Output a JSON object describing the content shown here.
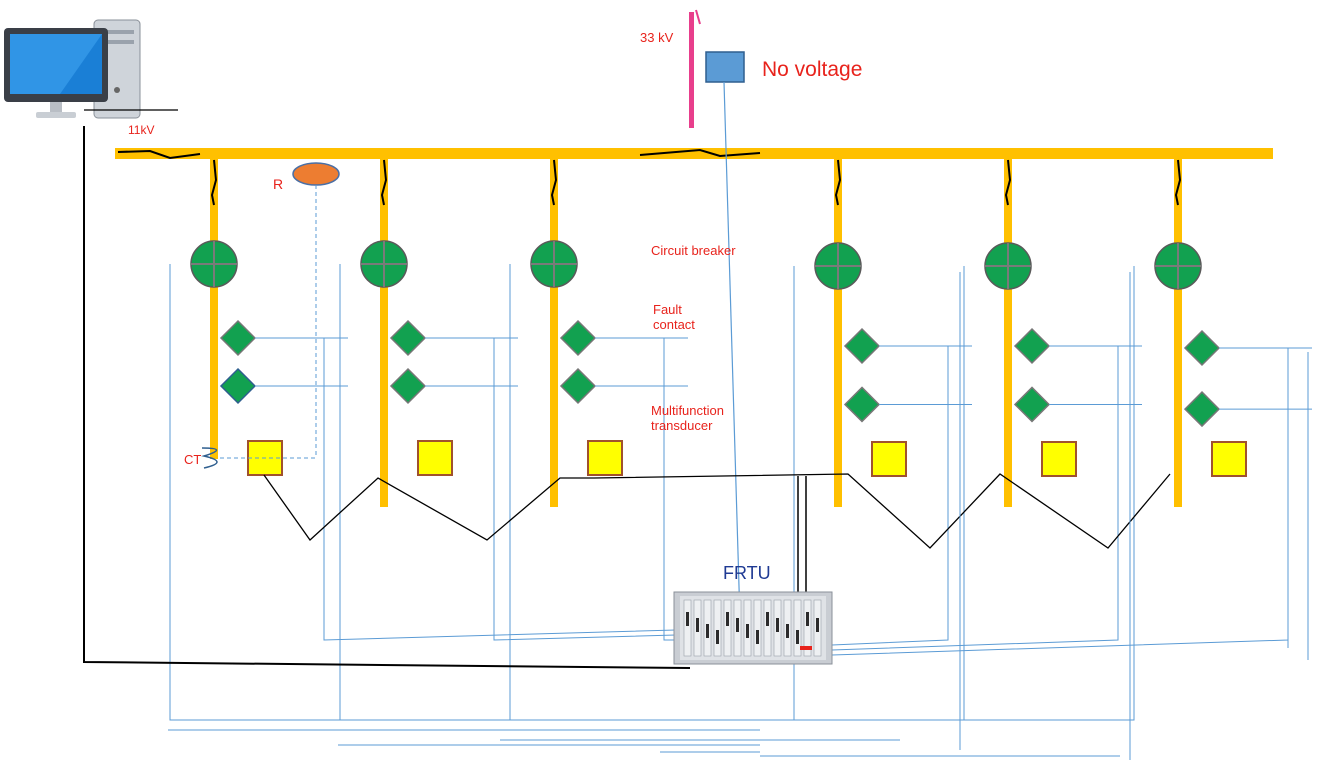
{
  "labels": {
    "hv_bus": "33 kV",
    "no_voltage": "No voltage",
    "lv_bus": "11kV",
    "circuit_breaker": "Circuit breaker",
    "fault_contact": "Fault\ncontact",
    "multifunction_transducer": "Multifunction\ntransducer",
    "frtu": "FRTU",
    "ct": "CT",
    "relay": "R"
  },
  "colors": {
    "busbar": "#ffc000",
    "hv_bus": "#e83e8c",
    "breaker": "#12a150",
    "diamond": "#12a150",
    "transducer": "#ffff00",
    "relay": "#ed7d31",
    "vt_box": "#5b9bd5",
    "wire_blue": "#5b9bd5",
    "label_red": "#e8231c",
    "label_navy": "#1f3a93"
  },
  "feeders": [
    {
      "id": "feeder-1",
      "breaker": "circuit-breaker",
      "contacts": 2,
      "transducer": true
    },
    {
      "id": "feeder-2",
      "breaker": "circuit-breaker",
      "contacts": 2,
      "transducer": true
    },
    {
      "id": "feeder-3",
      "breaker": "circuit-breaker",
      "contacts": 2,
      "transducer": true
    },
    {
      "id": "feeder-4",
      "breaker": "circuit-breaker",
      "contacts": 2,
      "transducer": true
    },
    {
      "id": "feeder-5",
      "breaker": "circuit-breaker",
      "contacts": 2,
      "transducer": true
    },
    {
      "id": "feeder-6",
      "breaker": "circuit-breaker",
      "contacts": 2,
      "transducer": true
    }
  ],
  "icons": {
    "computer": "desktop-computer-icon",
    "frtu": "rack-unit-icon"
  }
}
